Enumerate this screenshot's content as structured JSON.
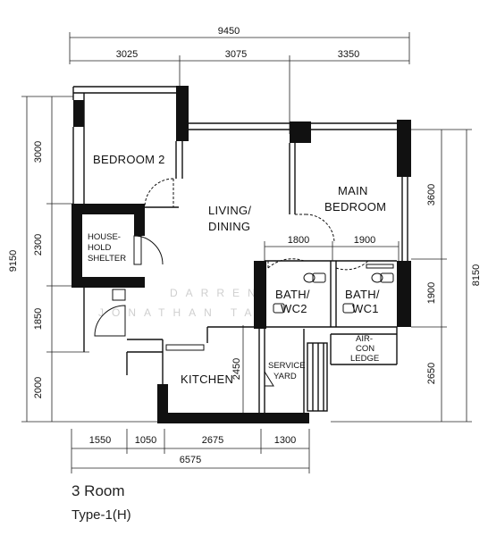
{
  "dimensions": {
    "top_overall": "9450",
    "top_segments": [
      "3025",
      "3075",
      "3350"
    ],
    "left_overall": "9150",
    "left_segments": [
      "3000",
      "2300",
      "1850",
      "2000"
    ],
    "right_overall": "8150",
    "right_segments": [
      "3600",
      "1900",
      "2650"
    ],
    "bottom_segments": [
      "1550",
      "1050",
      "2675",
      "1300"
    ],
    "bottom_overall": "6575",
    "bath_segments": [
      "1800",
      "1900"
    ],
    "kitchen_height": "2450"
  },
  "rooms": {
    "bedroom2": "BEDROOM 2",
    "living_line1": "LIVING/",
    "living_line2": "DINING",
    "main_bed_line1": "MAIN",
    "main_bed_line2": "BEDROOM",
    "shelter_line1": "HOUSE-",
    "shelter_line2": "HOLD",
    "shelter_line3": "SHELTER",
    "bath2_line1": "BATH/",
    "bath2_line2": "WC2",
    "bath1_line1": "BATH/",
    "bath1_line2": "WC1",
    "kitchen": "KITCHEN",
    "service_line1": "SERVICE",
    "service_line2": "YARD",
    "aircon_line1": "AIR-",
    "aircon_line2": "CON",
    "aircon_line3": "LEDGE"
  },
  "watermark": {
    "line1": "DARREN",
    "line2": "JONATHAN TAN"
  },
  "caption": {
    "title": "3 Room",
    "type": "Type-1(H)"
  }
}
